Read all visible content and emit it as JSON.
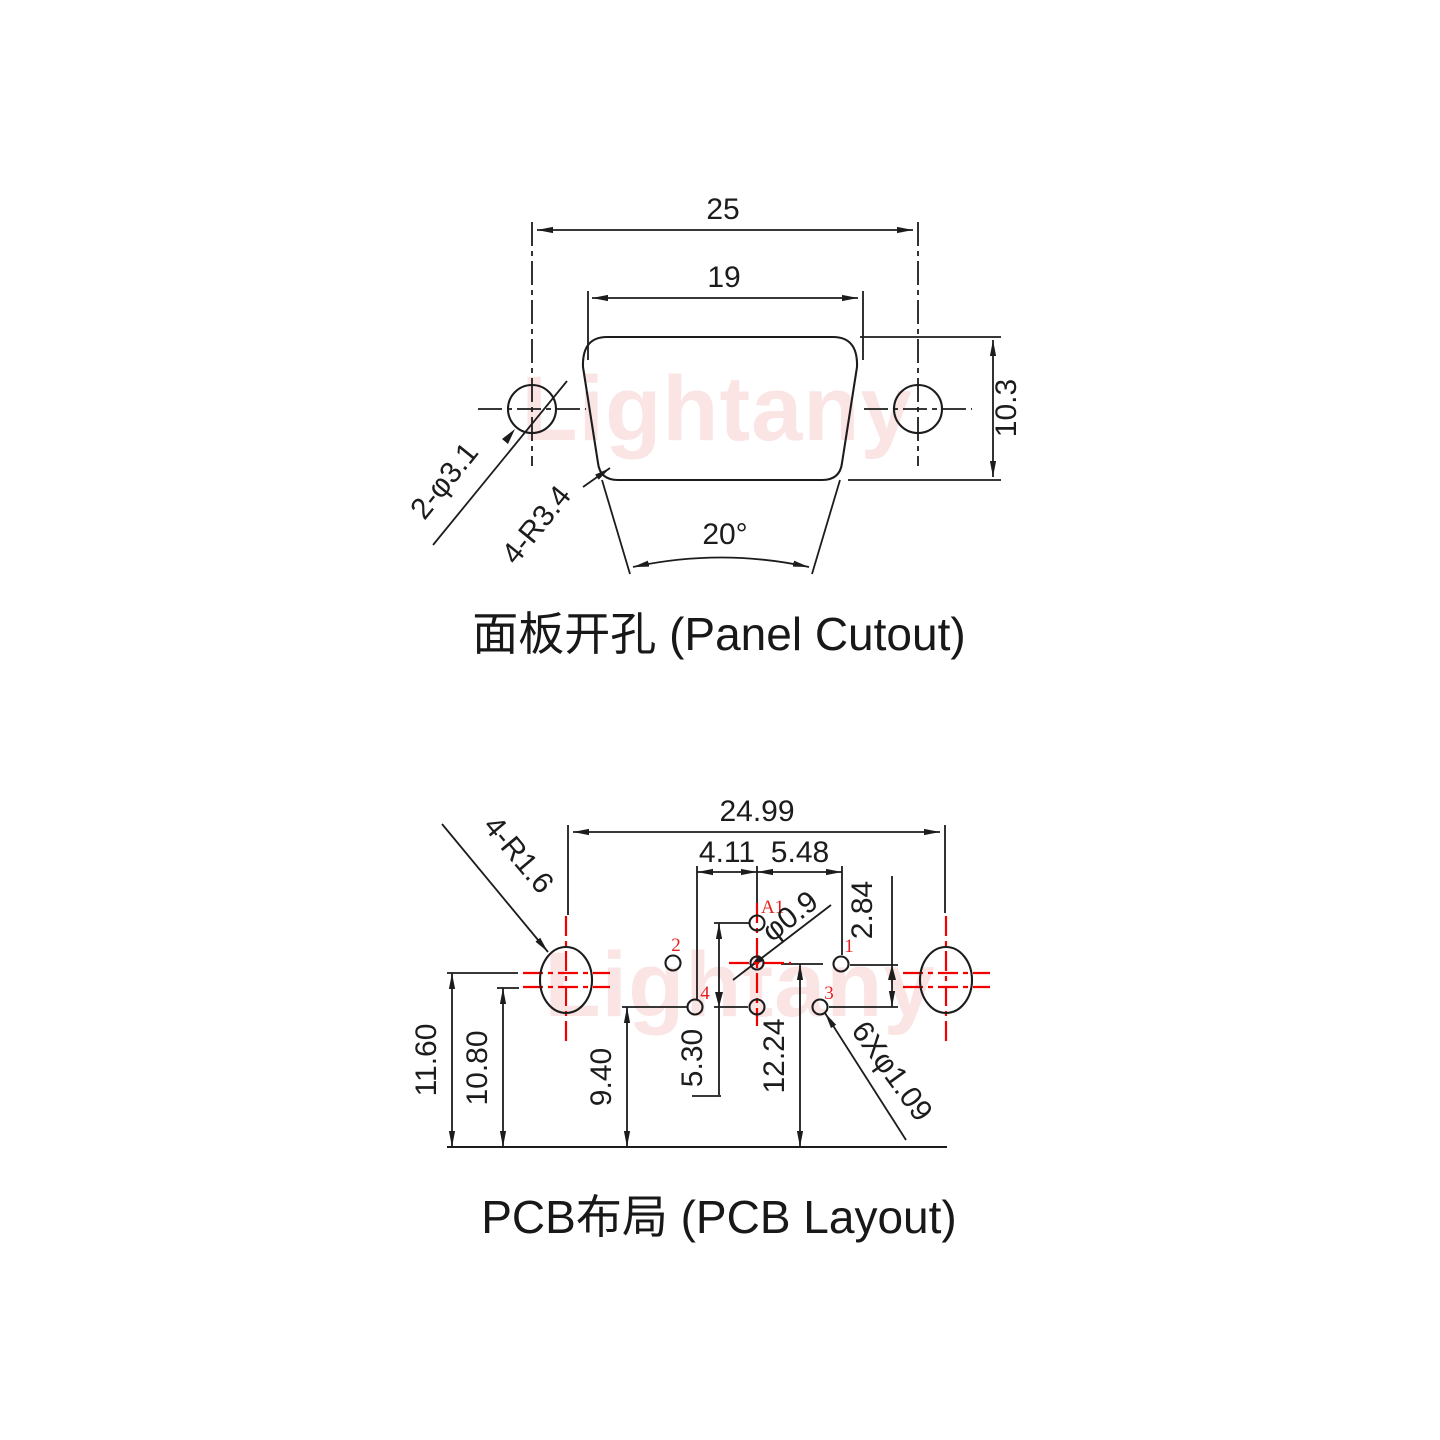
{
  "watermark": {
    "text": "Lightany"
  },
  "colors": {
    "line_black": "#1c1c1c",
    "centerline_red": "#f20000",
    "pin_label_red": "#e81e1e",
    "watermark_pink": "#f6cfcf"
  },
  "panel_cutout": {
    "title": "面板开孔 (Panel Cutout)",
    "dims": {
      "outer_width": "25",
      "inner_width": "19",
      "height": "10.3",
      "mount_holes": "2-φ3.1",
      "corner_radius": "4-R3.4",
      "side_angle": "20°"
    }
  },
  "pcb_layout": {
    "title": "PCB布局 (PCB Layout)",
    "dims": {
      "pad_span": "24.99",
      "pitch_left": "4.11",
      "pitch_right": "5.48",
      "row_offset": "2.84",
      "height_outer": "11.60",
      "height_inner": "10.80",
      "height_pin_row": "9.40",
      "height_a1_span": "5.30",
      "height_mid_row": "12.24",
      "pad_radius": "4-R1.6",
      "center_hole": "φ0.9",
      "pin_holes": "6Xφ1.09"
    },
    "pin_labels": {
      "a1": "A1",
      "p1": "1",
      "p2": "2",
      "p3": "3",
      "p4": "4"
    }
  }
}
